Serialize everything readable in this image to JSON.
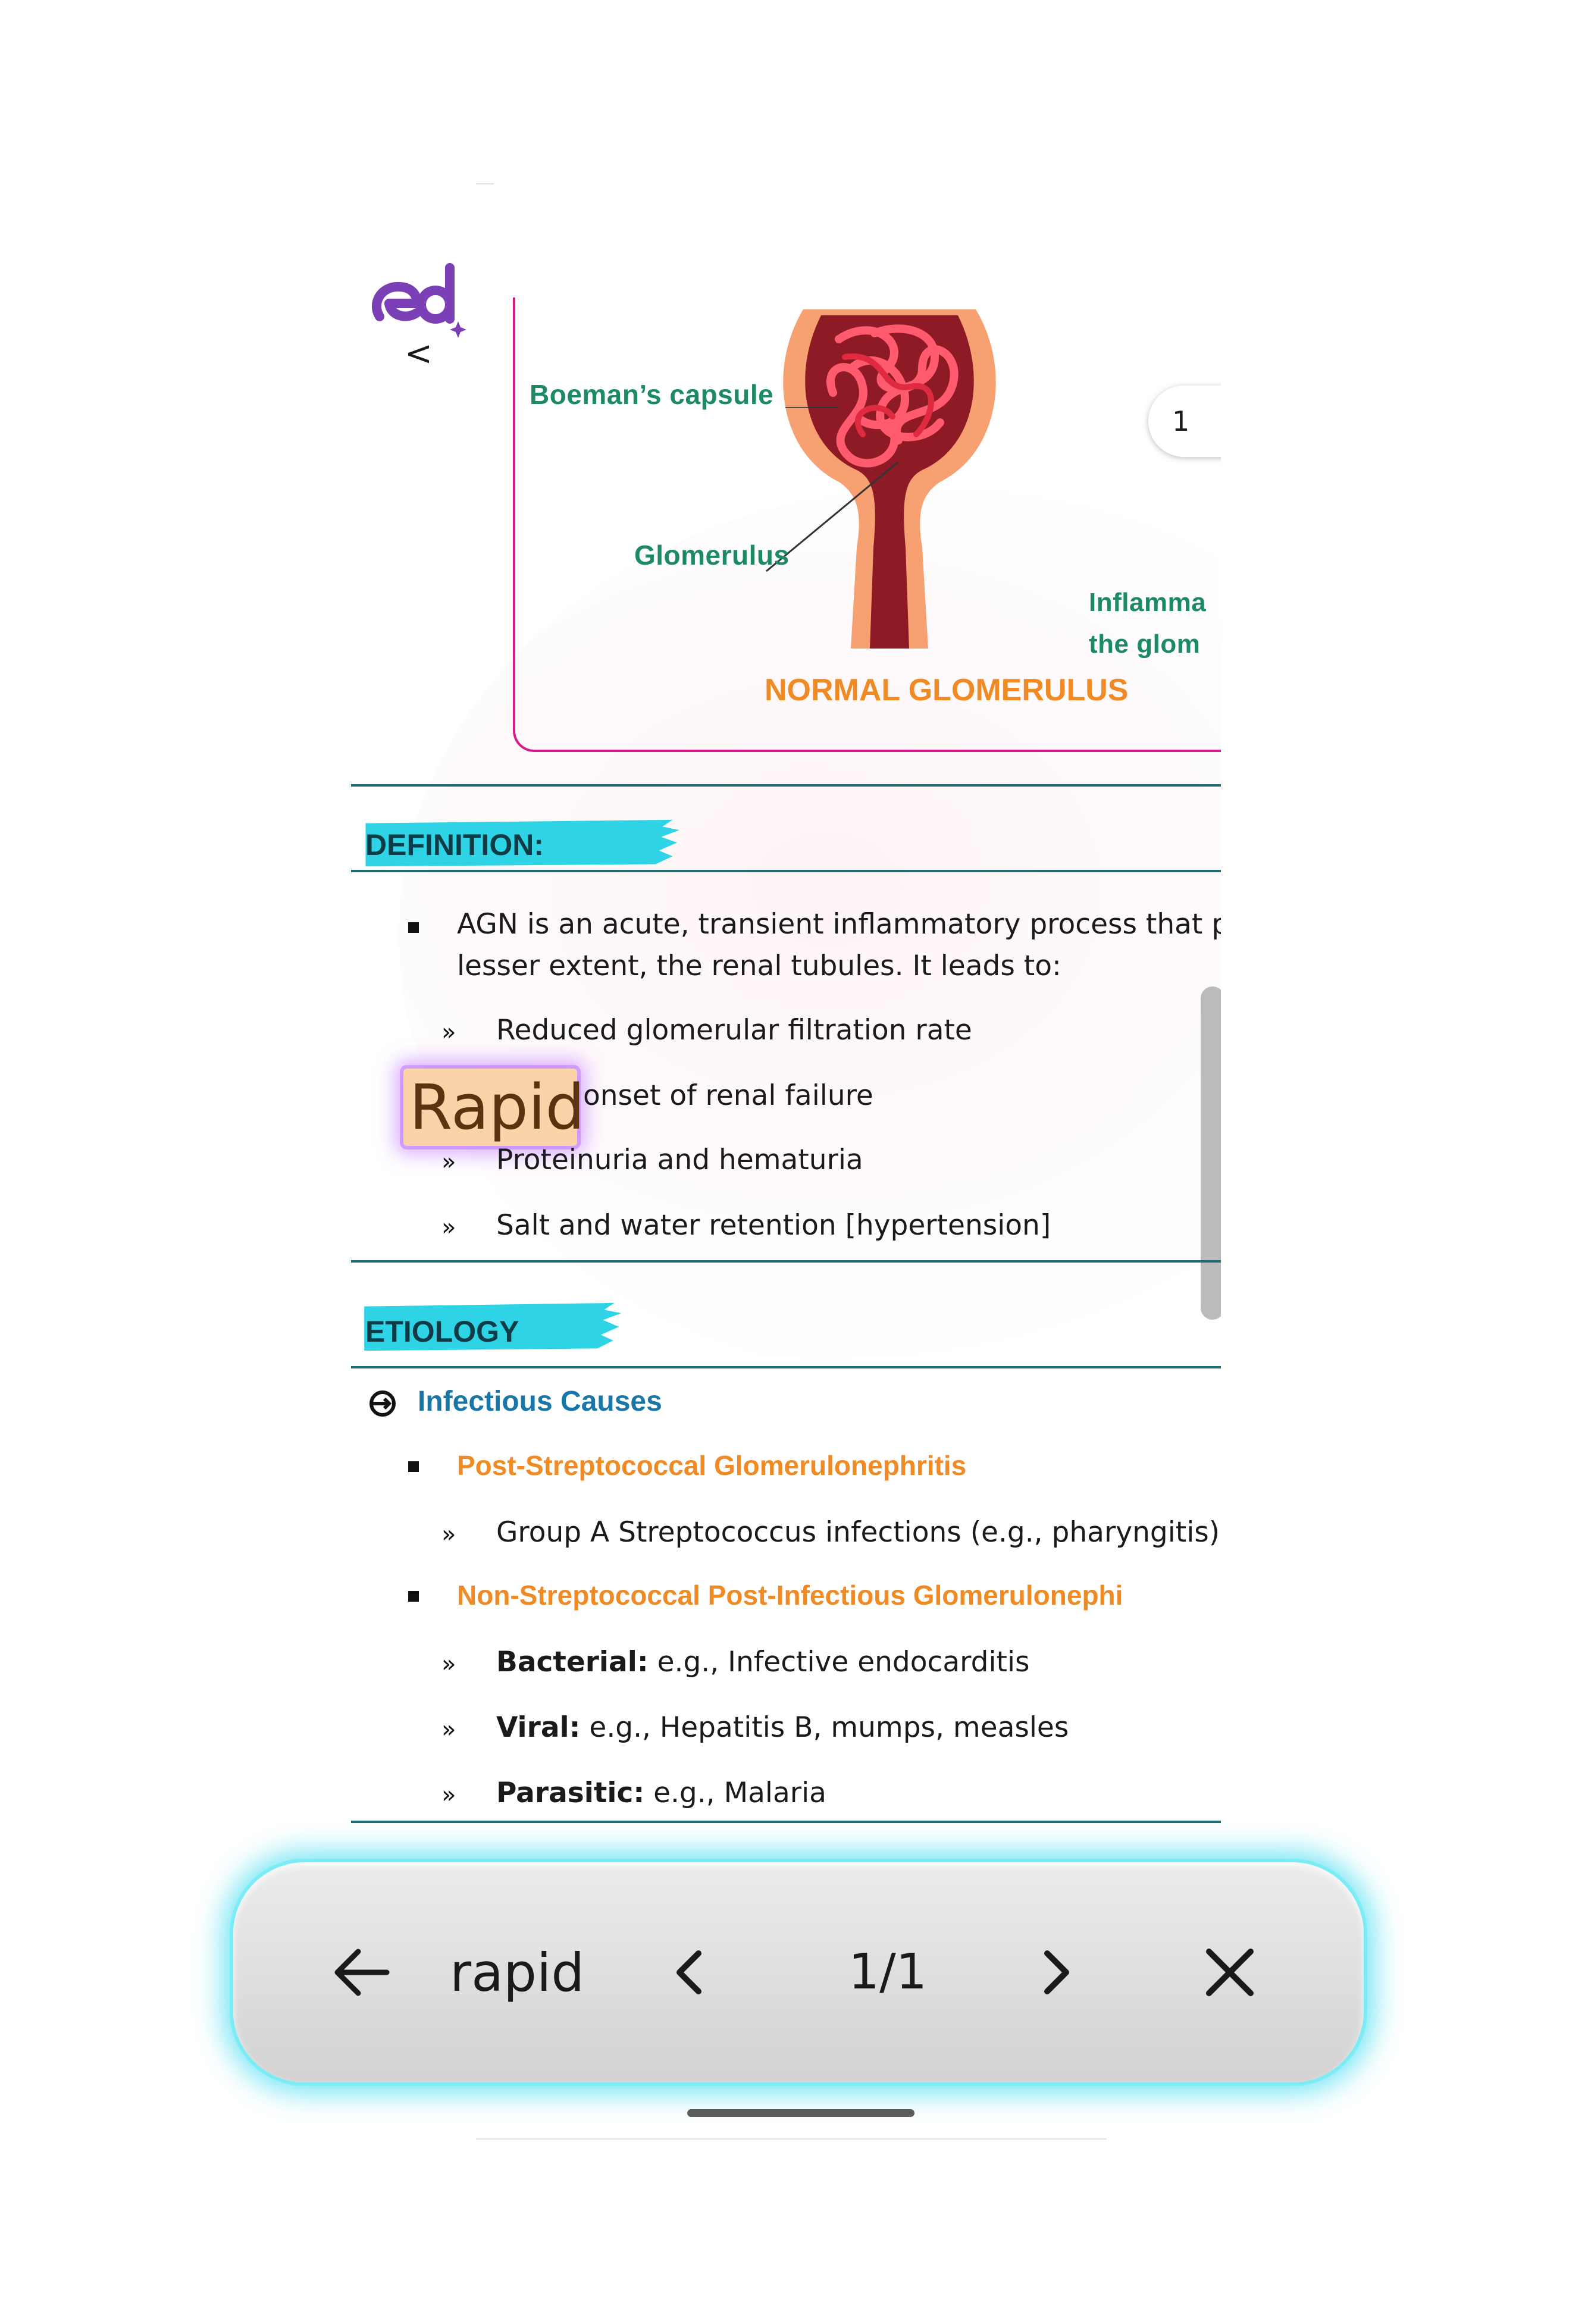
{
  "logo": {
    "text": "ed"
  },
  "back_chevron": "<",
  "diagram": {
    "capsule_label": "Boeman’s capsule",
    "glomerulus_label": "Glomerulus",
    "caption": "NORMAL GLOMERULUS",
    "clipped_label_line1": "Inflamma",
    "clipped_label_line2": "the glom"
  },
  "page_number": "1",
  "definition": {
    "heading": "DEFINITION:",
    "intro_line1": "AGN is an acute, transient inflammatory process that p",
    "intro_line2": "lesser extent, the renal tubules. It leads to:",
    "items": [
      {
        "text": "Reduced glomerular filtration rate"
      },
      {
        "match": "Rapid",
        "text": "onset of renal failure"
      },
      {
        "text": "Proteinuria and hematuria"
      },
      {
        "text": "Salt and water retention [hypertension]"
      }
    ]
  },
  "etiology": {
    "heading": "ETIOLOGY",
    "infectious_heading": "Infectious Causes",
    "psgn_heading": "Post-Streptococcal Glomerulonephritis",
    "psgn_item": "Group A Streptococcus infections (e.g., pharyngitis)",
    "nonstrep_heading": "Non-Streptococcal Post-Infectious Glomerulonephi",
    "nonstrep_items": [
      {
        "label": "Bacterial:",
        "text": " e.g., Infective endocarditis"
      },
      {
        "label": "Viral:",
        "text": " e.g., Hepatitis B, mumps, measles"
      },
      {
        "label": "Parasitic:",
        "text": " e.g., Malaria"
      }
    ]
  },
  "find_bar": {
    "query": "rapid",
    "count": "1/1",
    "icons": [
      "arrow-left-icon",
      "chevron-left-icon",
      "chevron-right-icon",
      "close-icon"
    ]
  },
  "colors": {
    "accent_green": "#1d8a67",
    "accent_orange": "#f08a24",
    "accent_blue": "#1877a8",
    "frame_pink": "#d91a8c",
    "brush_cyan": "#2fd3e6",
    "rule_teal": "#1f6b6f",
    "logo_purple": "#7b3fb6",
    "find_glow": "#46dcf0"
  }
}
